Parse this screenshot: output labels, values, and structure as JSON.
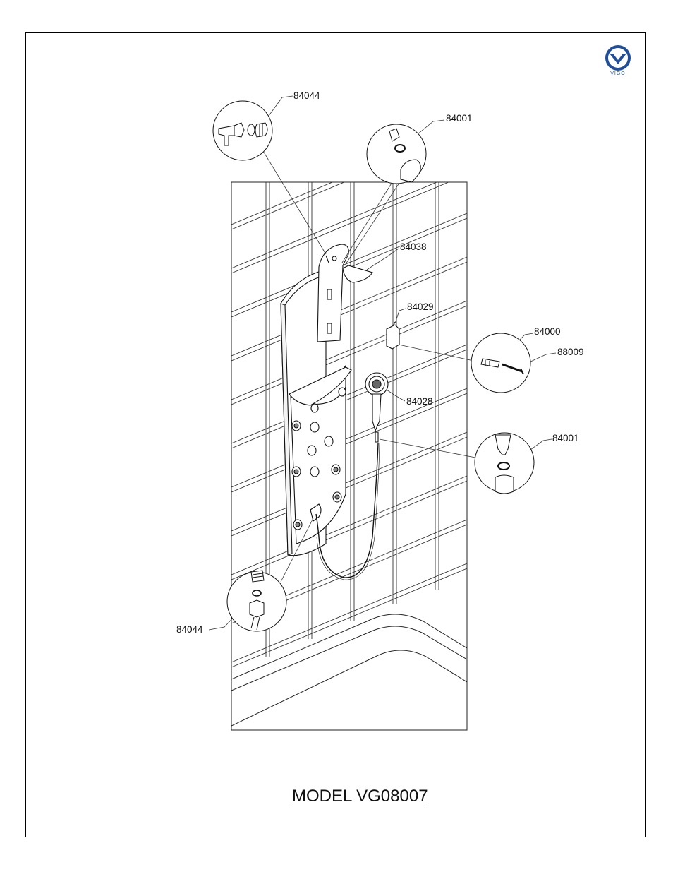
{
  "brand": {
    "name": "VIGO",
    "color": "#1f4e9c"
  },
  "model_title": "MODEL VG08007",
  "parts": [
    {
      "number": "84044"
    },
    {
      "number": "84001"
    },
    {
      "number": "84038"
    },
    {
      "number": "84029"
    },
    {
      "number": "84000"
    },
    {
      "number": "88009"
    },
    {
      "number": "84028"
    },
    {
      "number": "84001"
    },
    {
      "number": "84044"
    }
  ]
}
